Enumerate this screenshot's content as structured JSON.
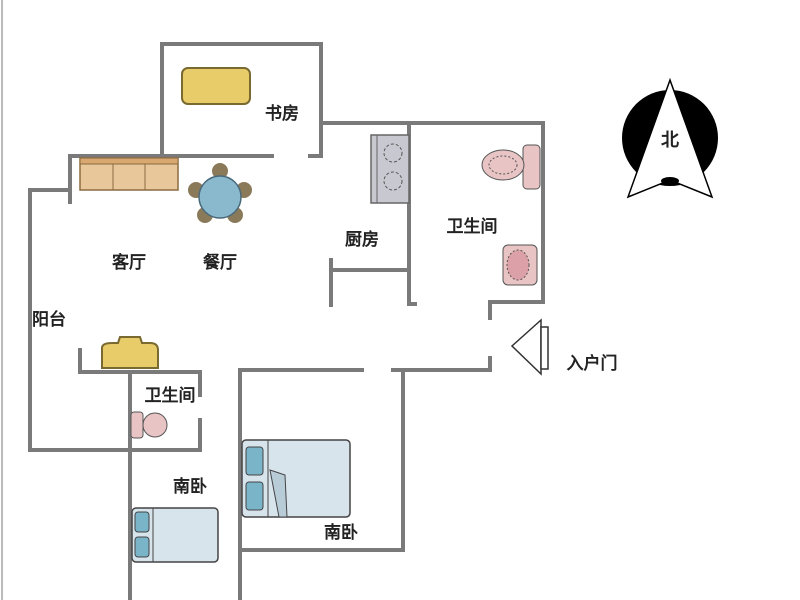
{
  "rooms": {
    "study": "书房",
    "living_room": "客厅",
    "dining_room": "餐厅",
    "kitchen": "厨房",
    "bathroom_main": "卫生间",
    "balcony": "阳台",
    "bathroom_small": "卫生间",
    "south_bedroom_1": "南卧",
    "south_bedroom_2": "南卧"
  },
  "entrance_label": "入户门",
  "compass_label": "北",
  "colors": {
    "wall": "#7a7a7a",
    "desk": "#e8cc6a",
    "sofa": "#e8c89a",
    "table": "#8ab8cc",
    "sanitary": "#e8c4c4",
    "bed": "#d8e4ec"
  }
}
